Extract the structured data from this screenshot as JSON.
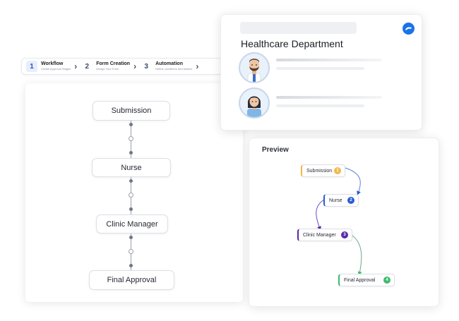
{
  "stepper": {
    "steps": [
      {
        "num": "1",
        "title": "Workflow",
        "subtitle": "Create Approval Stages"
      },
      {
        "num": "2",
        "title": "Form Creation",
        "subtitle": "Design Your Form"
      },
      {
        "num": "3",
        "title": "Automation",
        "subtitle": "Define conditions and actions"
      }
    ]
  },
  "workflow": {
    "nodes": [
      "Submission",
      "Nurse",
      "Clinic Manager",
      "Final Approval"
    ]
  },
  "healthcare": {
    "title": "Healthcare Department"
  },
  "preview": {
    "title": "Preview",
    "nodes": [
      {
        "label": "Submission",
        "num": "1",
        "color": "#f2b84b"
      },
      {
        "label": "Nurse",
        "num": "2",
        "color": "#2a5bd7"
      },
      {
        "label": "Clinic Manager",
        "num": "3",
        "color": "#5b2aa8"
      },
      {
        "label": "Final Approval",
        "num": "4",
        "color": "#3dbb6e"
      }
    ]
  }
}
